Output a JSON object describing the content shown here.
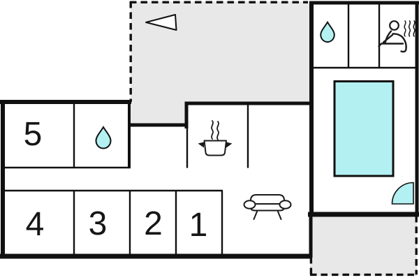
{
  "floorplan": {
    "type": "property-floor-plan",
    "rooms": {
      "room5_label": "5",
      "room4_label": "4",
      "room3_label": "3",
      "room2_label": "2",
      "room1_label": "1"
    },
    "icons": {
      "north_arrow": "left-pointing-triangle",
      "bathroom_left": "water-drop",
      "bathroom_right": "water-drop",
      "sauna": "person-on-sauna-bench-with-steam",
      "kitchen": "steaming-pot",
      "living_room": "sofa-top-view",
      "pool": "swimming-pool",
      "pool_door": "door-swing-quarter-circle",
      "terrace_upper": "dashed-outline-terrace",
      "terrace_lower": "dashed-outline-terrace"
    },
    "colors": {
      "water": "#b3f0f2",
      "terrace": "#e8e8e8",
      "wall": "#101010",
      "background": "#ffffff",
      "arrow_fill": "#ffffff"
    }
  }
}
